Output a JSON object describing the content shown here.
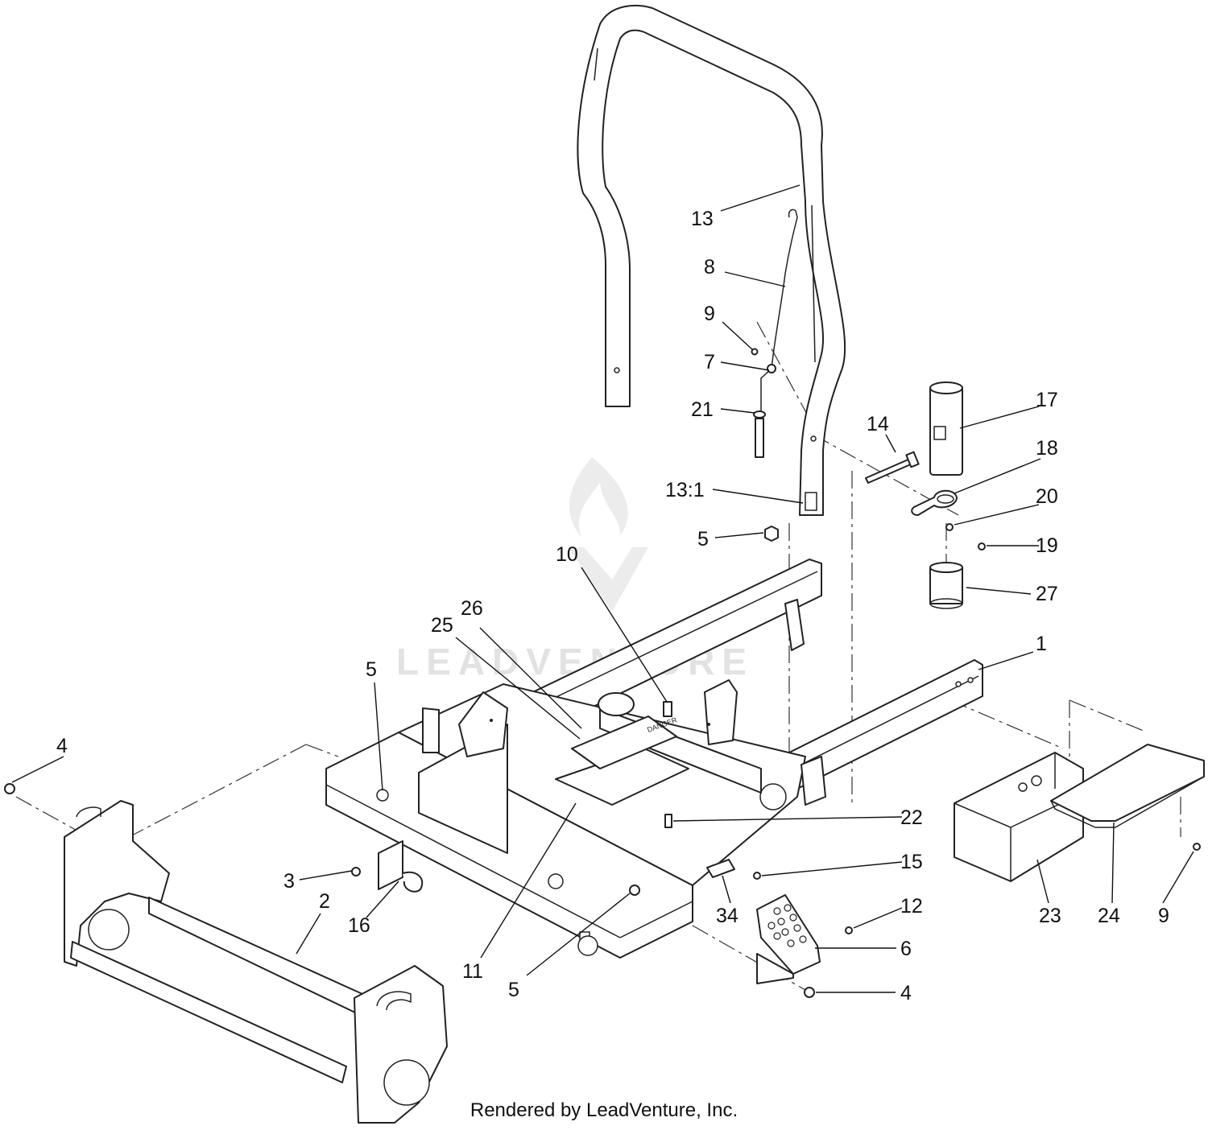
{
  "watermark": {
    "text": "LEADVENTURE"
  },
  "footer": {
    "credit": "Rendered by LeadVenture, Inc."
  },
  "decal": {
    "text": "DANGER"
  },
  "callouts": {
    "c1": "1",
    "c2": "2",
    "c3": "3",
    "c4a": "4",
    "c4b": "4",
    "c5a": "5",
    "c5b": "5",
    "c5c": "5",
    "c6": "6",
    "c7": "7",
    "c8": "8",
    "c9a": "9",
    "c9b": "9",
    "c10": "10",
    "c11": "11",
    "c12": "12",
    "c13": "13",
    "c13_1": "13:1",
    "c14": "14",
    "c15": "15",
    "c16": "16",
    "c17": "17",
    "c18": "18",
    "c19": "19",
    "c20": "20",
    "c21": "21",
    "c22": "22",
    "c23": "23",
    "c24": "24",
    "c25": "25",
    "c26": "26",
    "c27": "27",
    "c34": "34"
  }
}
